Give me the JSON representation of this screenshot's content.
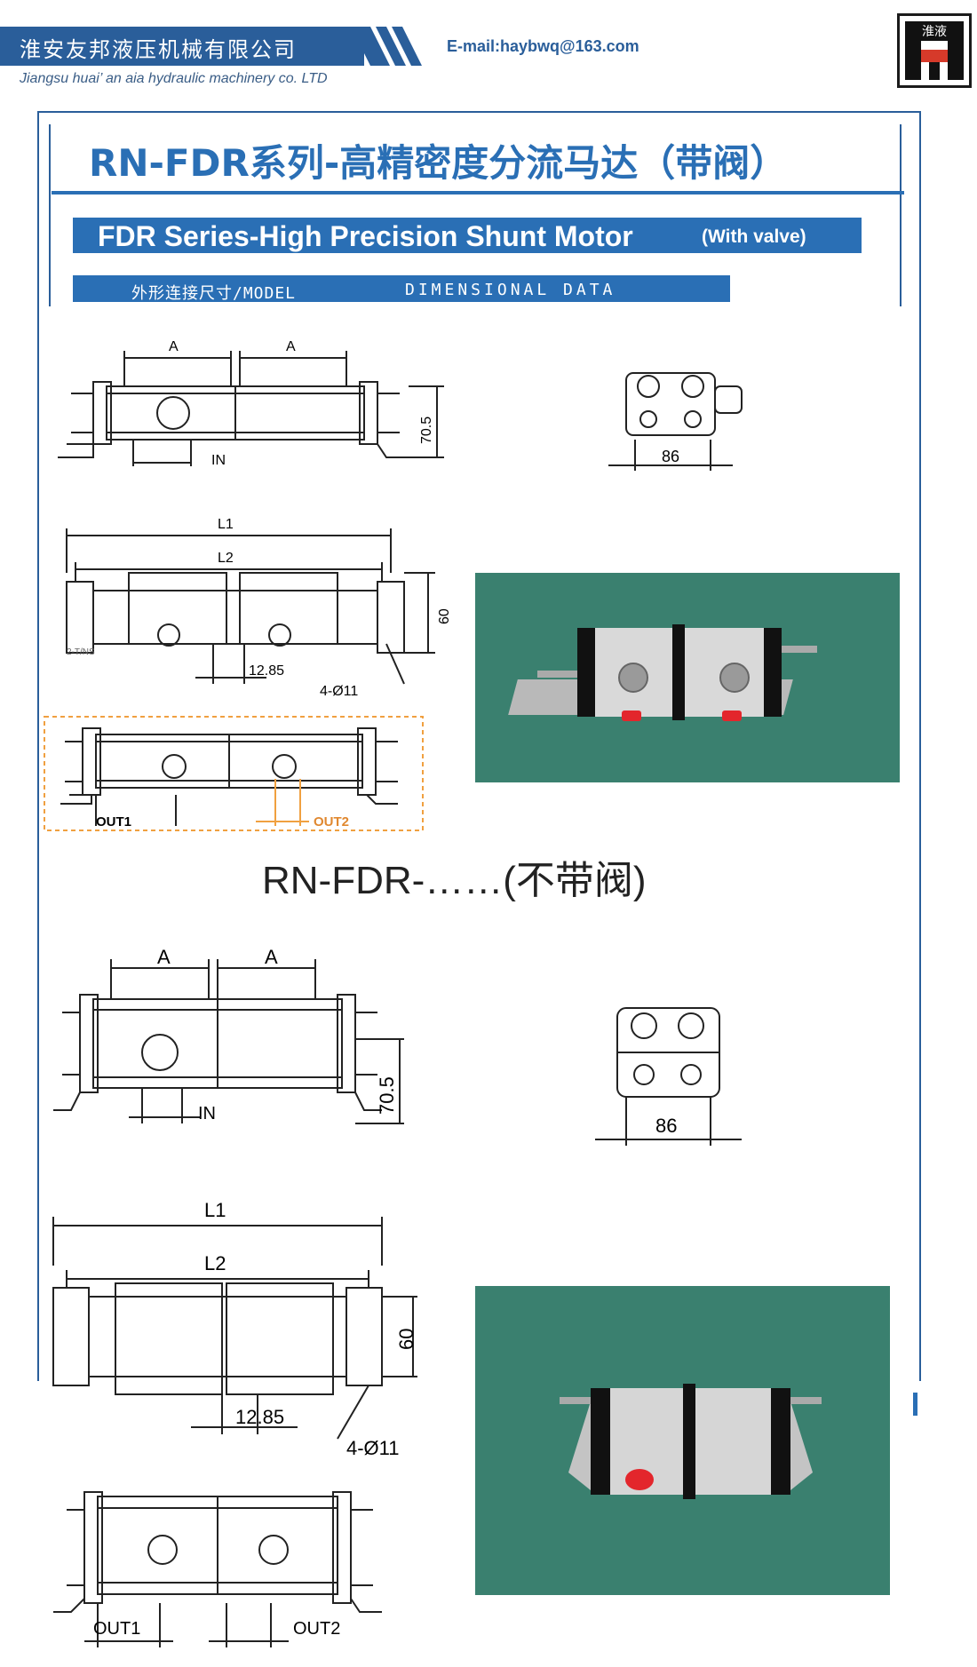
{
  "header": {
    "company_cn": "淮安友邦液压机械有限公司",
    "company_en": "Jiangsu huai’ an aia hydraulic machinery co. LTD",
    "email": "E-mail:haybwq@163.com",
    "logo_text": "淮液"
  },
  "titles": {
    "cn": "RN-FDR系列-高精密度分流马达（带阀）",
    "en_main": "FDR Series-High Precision Shunt Motor",
    "en_sub": "(With valve)",
    "model_label": "外形连接尺寸/MODEL",
    "model_data": "DIMENSIONAL DATA"
  },
  "section2_title": "RN-FDR-……(不带阀)",
  "drawing1": {
    "dim_a": "A",
    "dim_height": "70.5",
    "port_in": "IN",
    "dim_width": "86",
    "dim_l1": "L1",
    "dim_l2": "L2",
    "dim_60": "60",
    "dim_1285": "12.85",
    "dim_hole": "4-Ø11",
    "note": "2-T/NS",
    "port_out1": "OUT1",
    "port_out2": "OUT2"
  },
  "drawing2": {
    "dim_a": "A",
    "dim_height": "70.5",
    "port_in": "IN",
    "dim_width": "86",
    "dim_l1": "L1",
    "dim_l2": "L2",
    "dim_60": "60",
    "dim_1285": "12.85",
    "dim_hole": "4-Ø11",
    "port_out1": "OUT1",
    "port_out2": "OUT2"
  },
  "colors": {
    "brand_blue": "#2a6fb5",
    "header_blue": "#2a5e9a",
    "photo_bg": "#3a806f",
    "highlight_orange": "#f0a040"
  }
}
